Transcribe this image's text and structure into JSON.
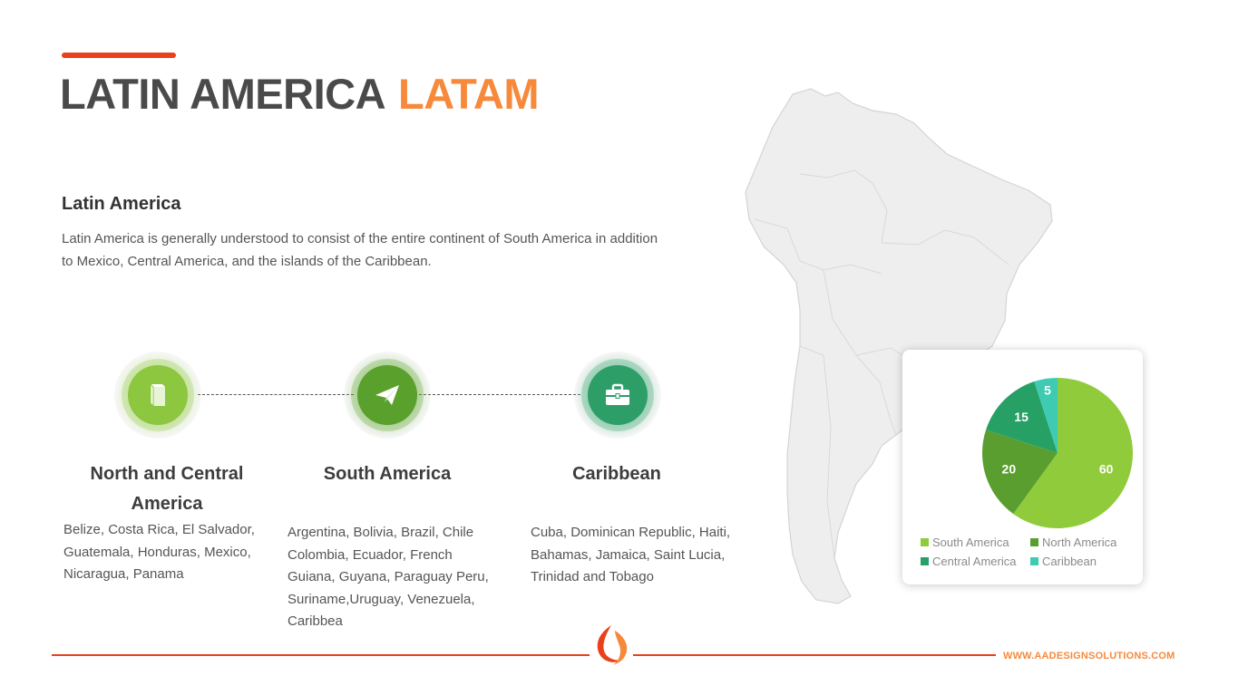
{
  "header": {
    "title_part1": "LATIN AMERICA",
    "title_part2": "LATAM"
  },
  "intro": {
    "heading": "Latin America",
    "text": "Latin America is generally understood to consist of the entire continent of South America in addition to Mexico, Central America, and the islands of the Caribbean."
  },
  "regions": [
    {
      "title": "North and Central America",
      "icon": "book-icon",
      "text": "Belize, Costa Rica, El Salvador, Guatemala, Honduras, Mexico, Nicaragua, Panama"
    },
    {
      "title": "South America",
      "icon": "paper-plane-icon",
      "text": "Argentina, Bolivia, Brazil, Chile Colombia, Ecuador, French Guiana, Guyana, Paraguay Peru, Suriname,Uruguay, Venezuela, Caribbea"
    },
    {
      "title": "Caribbean",
      "icon": "briefcase-icon",
      "text": "Cuba, Dominican Republic, Haiti, Bahamas, Jamaica, Saint Lucia, Trinidad and Tobago"
    }
  ],
  "colors": {
    "title_dark": "#4a4a4a",
    "title_accent": "#f7893b",
    "rule_red": "#e8411c",
    "icon_1": "#8dc63f",
    "icon_2": "#5aa02c",
    "icon_3": "#2e9e68"
  },
  "chart_data": {
    "type": "pie",
    "categories": [
      "South America",
      "North America",
      "Central America",
      "Caribbean"
    ],
    "values": [
      60,
      20,
      15,
      5
    ],
    "colors": [
      "#8fcb3a",
      "#5a9e2f",
      "#27a066",
      "#3fcbb2"
    ],
    "legend_position": "bottom",
    "data_labels": true
  },
  "footer": {
    "url": "WWW.AADESIGNSOLUTIONS.COM"
  }
}
